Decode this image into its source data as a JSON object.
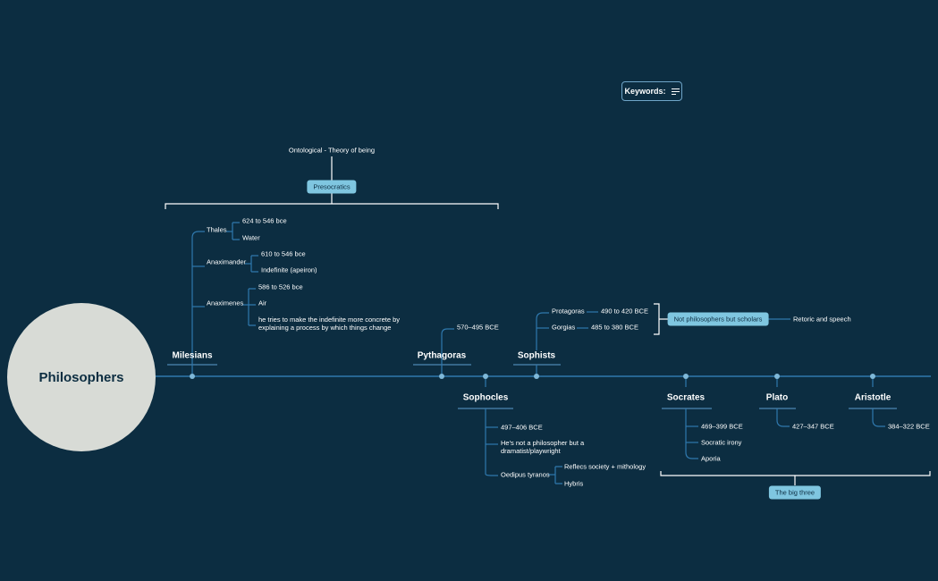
{
  "central_topic": "Philosophers",
  "keywords_label": "Keywords:",
  "colors": {
    "background": "#0c2d41",
    "line": "#2f78ad",
    "pill": "#7fc6e0",
    "root": "#d8dbd6"
  },
  "presocratics": {
    "label": "Presocratics",
    "parent_note": "Ontological - Theory of being"
  },
  "milesians": {
    "label": "Milesians",
    "thales": {
      "label": "Thales",
      "date": "624 to 546 bce",
      "element": "Water"
    },
    "anaximander": {
      "label": "Anaximander",
      "date": "610 to 546 bce",
      "element": "Indefinite (apeiron)"
    },
    "anaximenes": {
      "label": "Anaximenes",
      "date": "586 to 526 bce",
      "element": "Air",
      "note": "he tries to make the indefinite more concrete by explaining a process by which things change"
    }
  },
  "pythagoras": {
    "label": "Pythagoras",
    "date": "570–495 BCE"
  },
  "sophists": {
    "label": "Sophists",
    "protagoras": {
      "label": "Protagoras",
      "date": "490 to 420 BCE"
    },
    "gorgias": {
      "label": "Gorgias",
      "date": "485 to 380 BCE"
    },
    "summary": "Not philosophers but scholars",
    "summary_note": "Retoric and speech"
  },
  "sophocles": {
    "label": "Sophocles",
    "date": "497–406 BCE",
    "note": "He's not a philosopher but a dramatist/playwright",
    "work": {
      "label": "Oedipus tyranos",
      "items": [
        "Reflecs society + mithology",
        "Hybris"
      ]
    }
  },
  "socrates": {
    "label": "Socrates",
    "items": [
      "469–399 BCE",
      "Socratic irony",
      "Aporia"
    ]
  },
  "plato": {
    "label": "Plato",
    "date": "427–347 BCE"
  },
  "aristotle": {
    "label": "Aristotle",
    "date": "384–322 BCE"
  },
  "big_three": {
    "label": "The big three"
  }
}
